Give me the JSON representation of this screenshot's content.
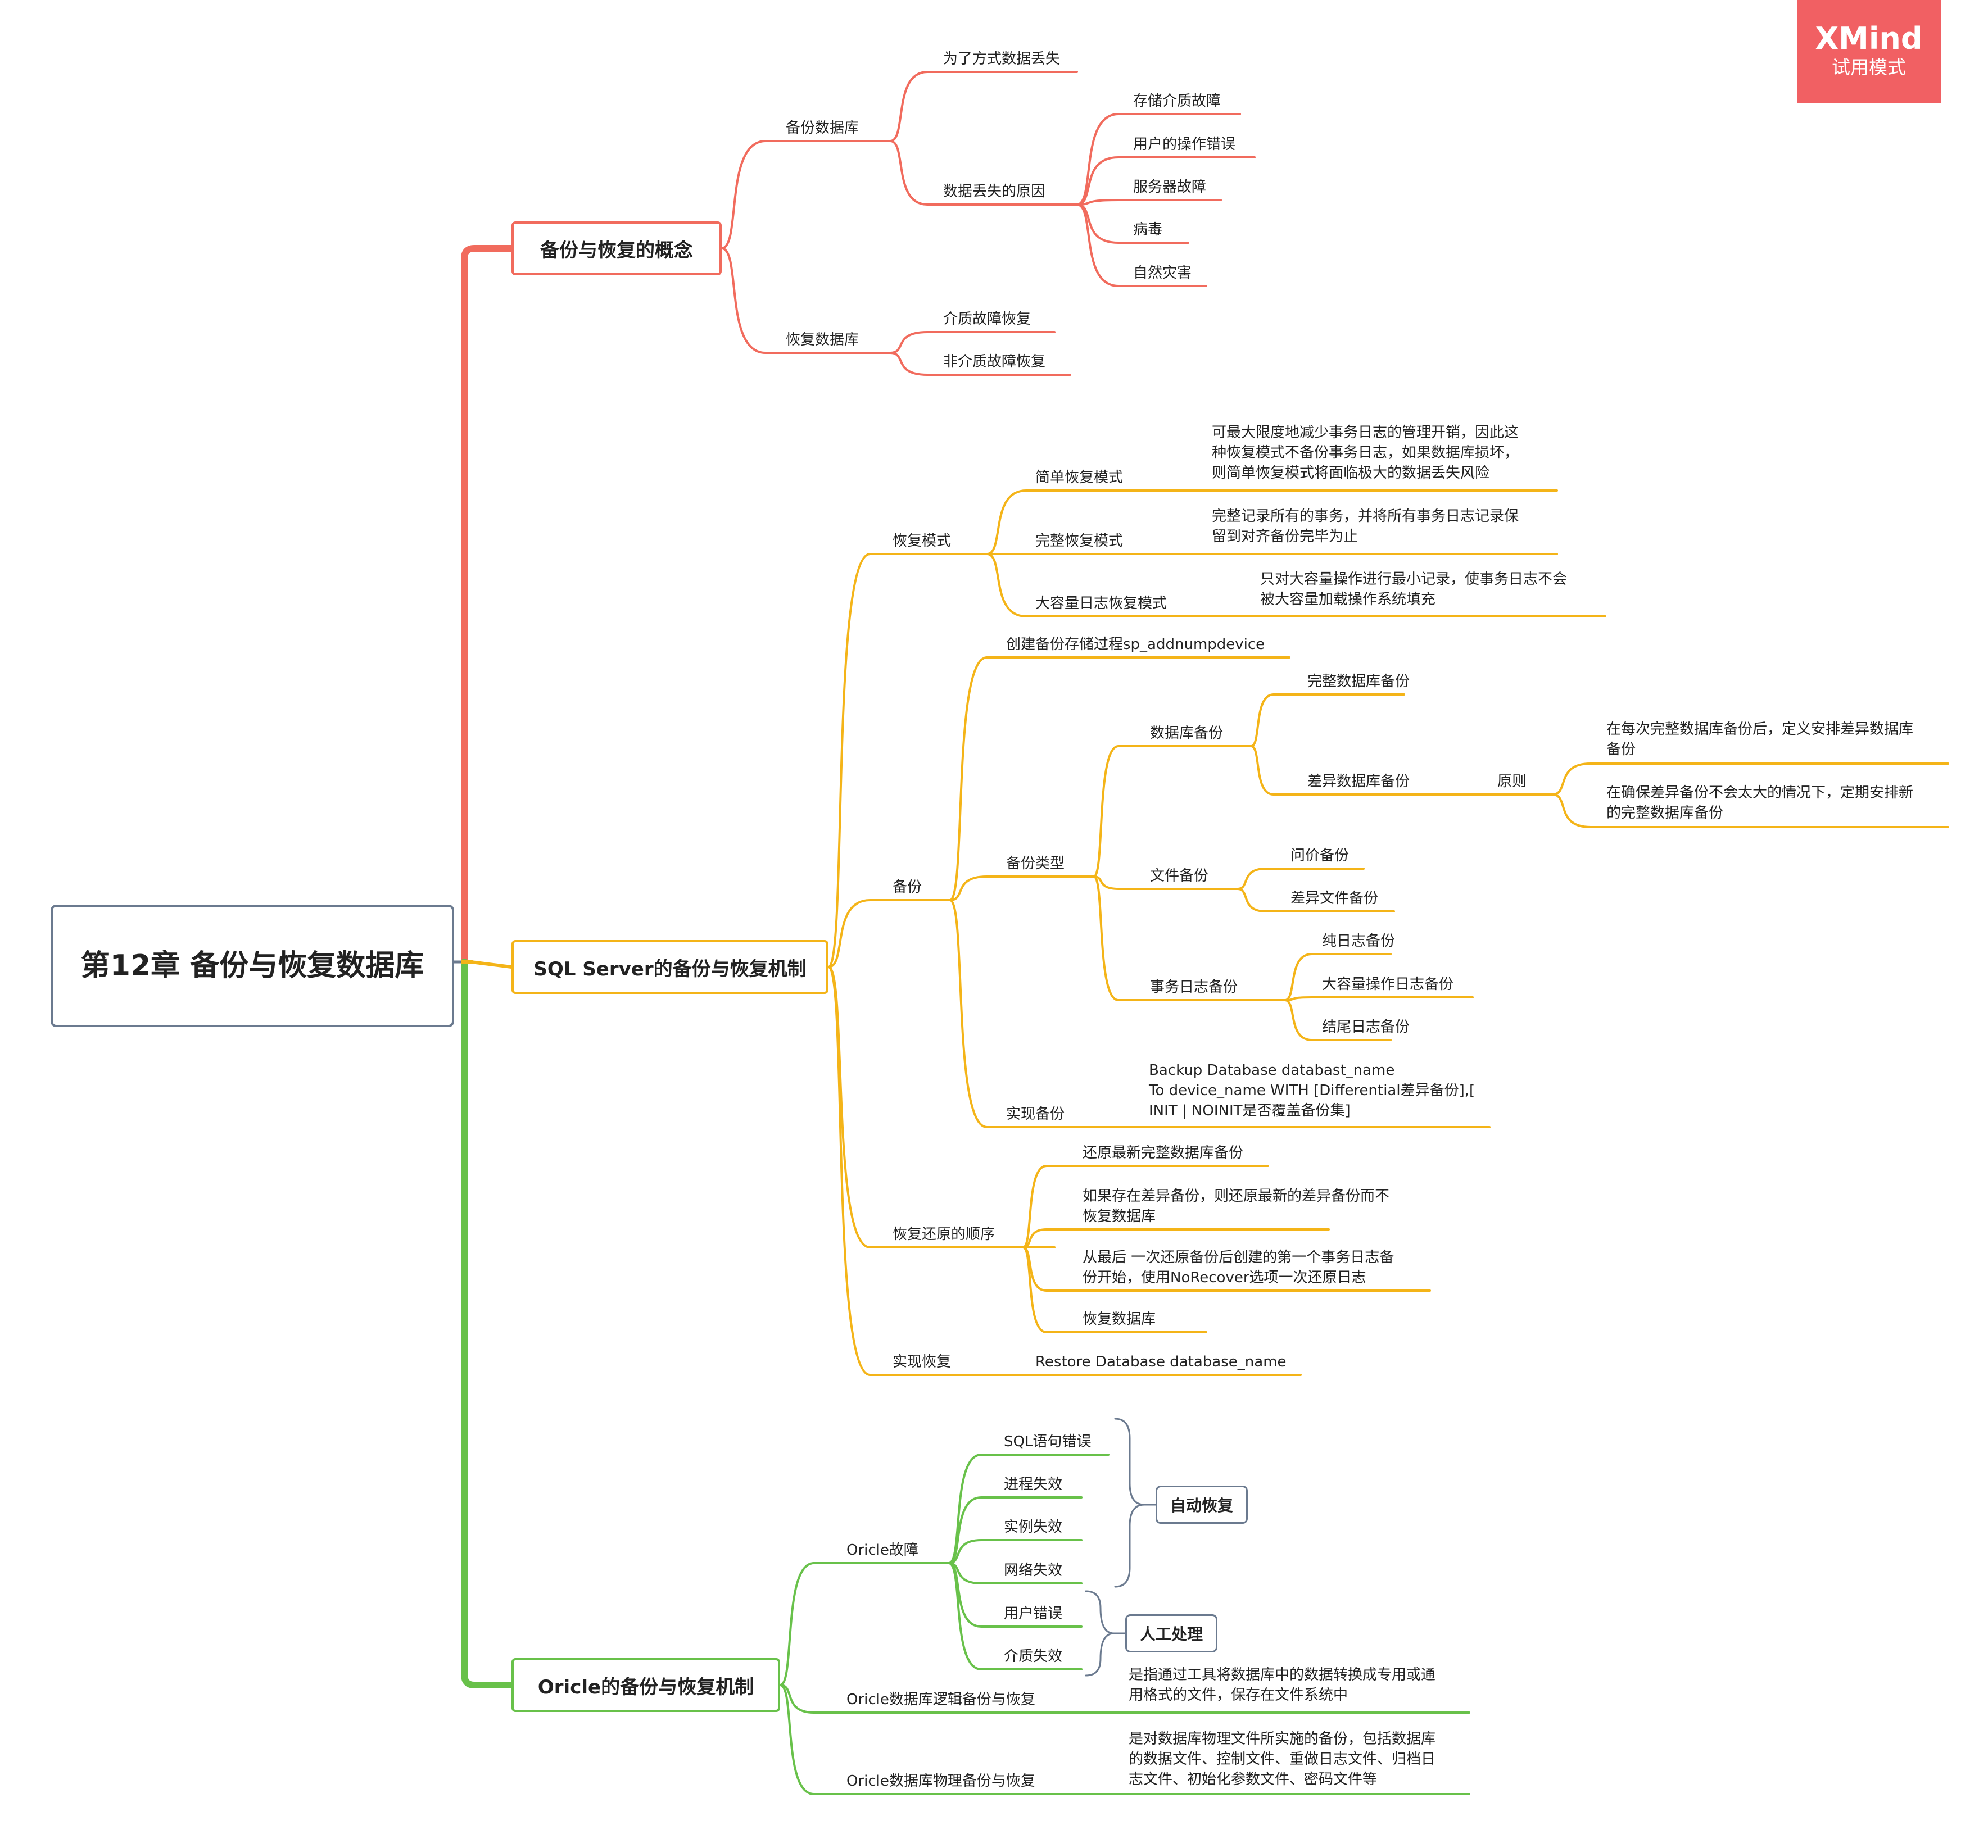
{
  "watermark": {
    "logo": "XMind",
    "mode": "试用模式"
  },
  "central": "第12章 备份与恢复数据库",
  "colors": {
    "branch1": "#f16b5d",
    "branch2": "#f4b418",
    "branch3": "#68c14a",
    "central_border": "#6b7a8f",
    "summary": "#6b7a8f"
  },
  "branch1": {
    "title": "备份与恢复的概念",
    "backup_db": {
      "label": "备份数据库",
      "purpose": "为了方式数据丢失",
      "cause": "数据丢失的原因",
      "causes": [
        "存储介质故障",
        "用户的操作错误",
        "服务器故障",
        "病毒",
        "自然灾害"
      ]
    },
    "restore_db": {
      "label": "恢复数据库",
      "items": [
        "介质故障恢复",
        "非介质故障恢复"
      ]
    }
  },
  "branch2": {
    "title": "SQL Server的备份与恢复机制",
    "recovery_mode": {
      "label": "恢复模式",
      "simple": {
        "label": "简单恢复模式",
        "desc": [
          "可最大限度地减少事务日志的管理开销，因此这",
          "种恢复模式不备份事务日志，如果数据库损坏，",
          "则简单恢复模式将面临极大的数据丢失风险"
        ]
      },
      "full": {
        "label": "完整恢复模式",
        "desc": [
          "完整记录所有的事务，并将所有事务日志记录保",
          "留到对齐备份完毕为止"
        ]
      },
      "bulk": {
        "label": "大容量日志恢复模式",
        "desc": [
          "只对大容量操作进行最小记录，使事务日志不会",
          "被大容量加载操作系统填充"
        ]
      }
    },
    "backup": {
      "label": "备份",
      "create_proc": "创建备份存储过程sp_addnumpdevice",
      "types": {
        "label": "备份类型",
        "db_backup": {
          "label": "数据库备份",
          "full": "完整数据库备份",
          "diff": "差异数据库备份",
          "principle": "原则",
          "principles": [
            [
              "在每次完整数据库备份后，定义安排差异数据库",
              "备份"
            ],
            [
              "在确保差异备份不会太大的情况下，定期安排新",
              "的完整数据库备份"
            ]
          ]
        },
        "file_backup": {
          "label": "文件备份",
          "items": [
            "问价备份",
            "差异文件备份"
          ]
        },
        "log_backup": {
          "label": "事务日志备份",
          "items": [
            "纯日志备份",
            "大容量操作日志备份",
            "结尾日志备份"
          ]
        }
      },
      "implement": {
        "label": "实现备份",
        "code": [
          "Backup Database databast_name",
          "To device_name WITH [Differential差异备份],[",
          "INIT | NOINIT是否覆盖备份集]"
        ]
      }
    },
    "restore_order": {
      "label": "恢复还原的顺序",
      "items": [
        [
          "还原最新完整数据库备份"
        ],
        [
          "如果存在差异备份，则还原最新的差异备份而不",
          "恢复数据库"
        ],
        [
          "从最后 一次还原备份后创建的第一个事务日志备",
          "份开始，使用NoRecover选项一次还原日志"
        ],
        [
          "恢复数据库"
        ]
      ]
    },
    "implement_restore": {
      "label": "实现恢复",
      "code": "Restore Database database_name"
    }
  },
  "branch3": {
    "title": "Oricle的备份与恢复机制",
    "fault": {
      "label": "Oricle故障",
      "items": [
        "SQL语句错误",
        "进程失效",
        "实例失效",
        "网络失效",
        "用户错误",
        "介质失效"
      ],
      "auto": "自动恢复",
      "manual": "人工处理"
    },
    "logical": {
      "label": "Oricle数据库逻辑备份与恢复",
      "desc": [
        "是指通过工具将数据库中的数据转换成专用或通",
        "用格式的文件，保存在文件系统中"
      ]
    },
    "physical": {
      "label": "Oricle数据库物理备份与恢复",
      "desc": [
        "是对数据库物理文件所实施的备份，包括数据库",
        "的数据文件、控制文件、重做日志文件、归档日",
        "志文件、初始化参数文件、密码文件等"
      ]
    }
  }
}
